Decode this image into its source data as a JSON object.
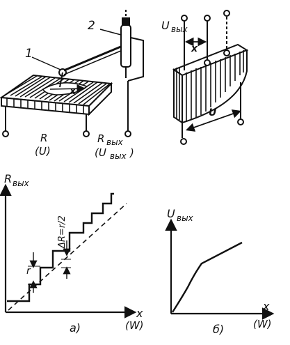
{
  "top_left": {
    "callout_1": "1",
    "callout_2": "2",
    "slider_label": "x",
    "R_main": "R",
    "R_paren": "(U)",
    "Rout_main": "R",
    "Rout_sub": "вых",
    "Uout_paren_main": "(U",
    "Uout_paren_sub": "вых",
    "Uout_paren_close": ")"
  },
  "top_right": {
    "Uout_main": "U",
    "Uout_sub": "вых",
    "x_label": "x",
    "U_label": "U"
  },
  "graph_a": {
    "y_main": "R",
    "y_sub": "вых",
    "x_main": "x",
    "x_paren": "(W)",
    "step_r": "r",
    "delta_label": "ΔR=r/2",
    "caption": "а)"
  },
  "graph_b": {
    "y_main": "U",
    "y_sub": "вых",
    "x_main": "x",
    "x_paren": "(W)",
    "caption": "б)"
  }
}
